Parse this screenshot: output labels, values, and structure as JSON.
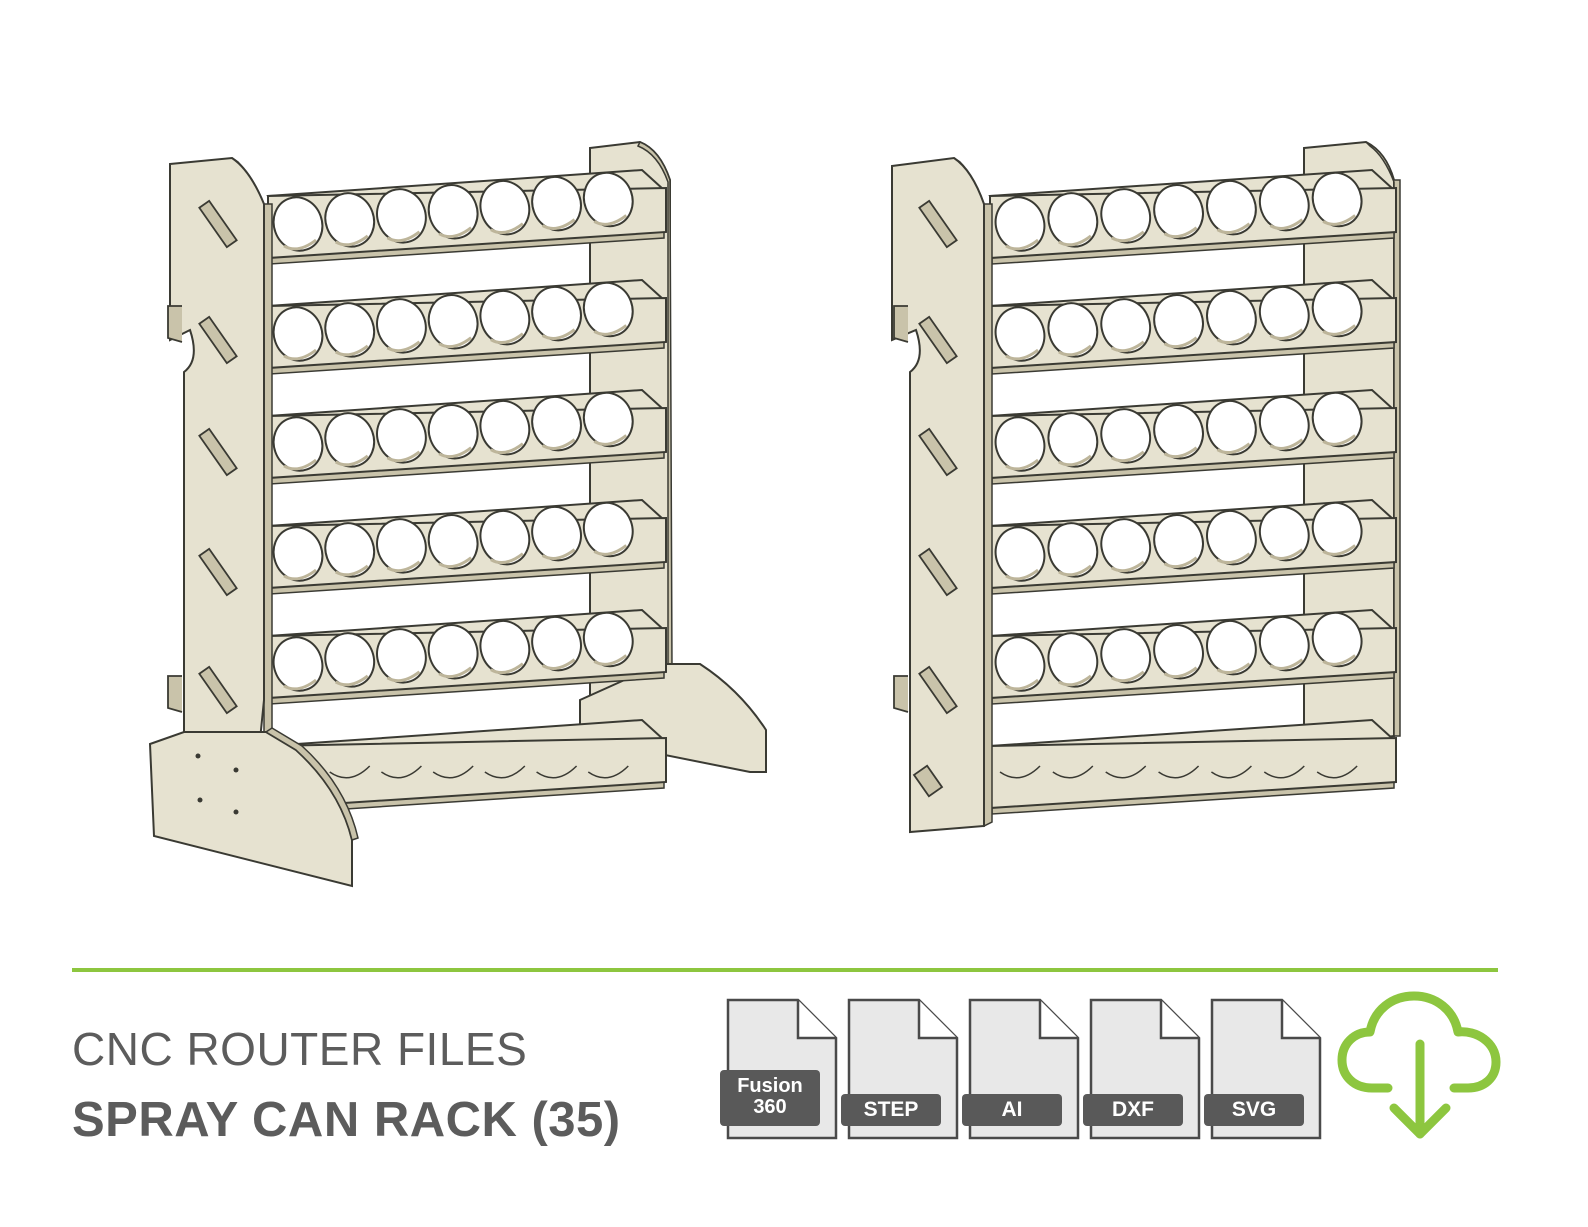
{
  "caption": {
    "line1": "CNC ROUTER FILES",
    "line2": "SPRAY CAN RACK (35)"
  },
  "renders": [
    {
      "name": "rack-with-feet",
      "rows": 5,
      "columns": 7
    },
    {
      "name": "rack-wall-mount",
      "rows": 5,
      "columns": 7
    }
  ],
  "file_formats": [
    {
      "line1": "Fusion",
      "line2": "360"
    },
    {
      "line1": "STEP"
    },
    {
      "line1": "AI"
    },
    {
      "line1": "DXF"
    },
    {
      "line1": "SVG"
    }
  ],
  "icons": [
    "document-icon",
    "cloud-download-icon"
  ],
  "colors": {
    "accent": "#8dc63f",
    "wood": "#e6e2d0",
    "text": "#5c5c5c",
    "file_badge": "#595959"
  }
}
